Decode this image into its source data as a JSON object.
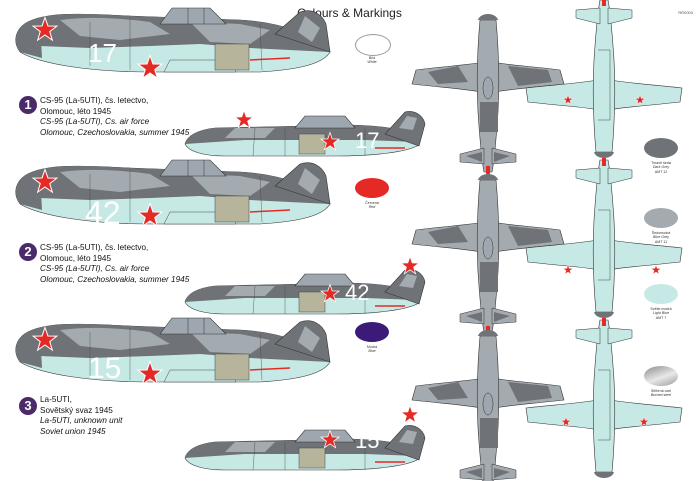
{
  "header": {
    "title": "Colours & Markings",
    "code": "RR0000"
  },
  "colors": {
    "dark_grey": "#6f7377",
    "blue_grey": "#a3aab0",
    "light_blue": "#c6e9e6",
    "red": "#e52a26",
    "blue": "#3c1a7a",
    "silver": "#b8b8b8",
    "white": "#ffffff",
    "badge": "#4b2a6a"
  },
  "schemes": [
    {
      "number": "1",
      "code_cz": "CS-95 (La-5UTI), čs. letectvo,",
      "place_cz": "Olomouc, léto 1945",
      "code_en": "CS-95 (La-5UTI), Cs. air force",
      "place_en": "Olomouc, Czechoslovakia, summer 1945",
      "aircraft_number": "17"
    },
    {
      "number": "2",
      "code_cz": "CS-95 (La-5UTI), čs. letectvo,",
      "place_cz": "Olomouc, léto 1945",
      "code_en": "CS-95 (La-5UTI), Cs. air force",
      "place_en": "Olomouc, Czechoslovakia, summer 1945",
      "aircraft_number": "42"
    },
    {
      "number": "3",
      "code_cz": "La-5UTI,",
      "place_cz": "Sovětský svaz 1945",
      "code_en": "La-5UTI, unknown unit",
      "place_en": "Soviet union 1945",
      "aircraft_number": "15"
    }
  ],
  "swatches": {
    "white": {
      "cz": "Bílá",
      "en": "White"
    },
    "red": {
      "cz": "Červená",
      "en": "Red"
    },
    "blue": {
      "cz": "Modrá",
      "en": "Blue"
    },
    "dark_grey": {
      "cz": "Tmavě šedá",
      "en": "Dark Grey",
      "ref": "AMT 12"
    },
    "blue_grey": {
      "cz": "Šedomodrá",
      "en": "Blue Grey",
      "ref": "AMT 11"
    },
    "light_blue": {
      "cz": "Světle modrá",
      "en": "Light Blue",
      "ref": "AMT 7"
    },
    "silver": {
      "cz": "Stříbrná ocel",
      "en": "Burned steel"
    }
  }
}
